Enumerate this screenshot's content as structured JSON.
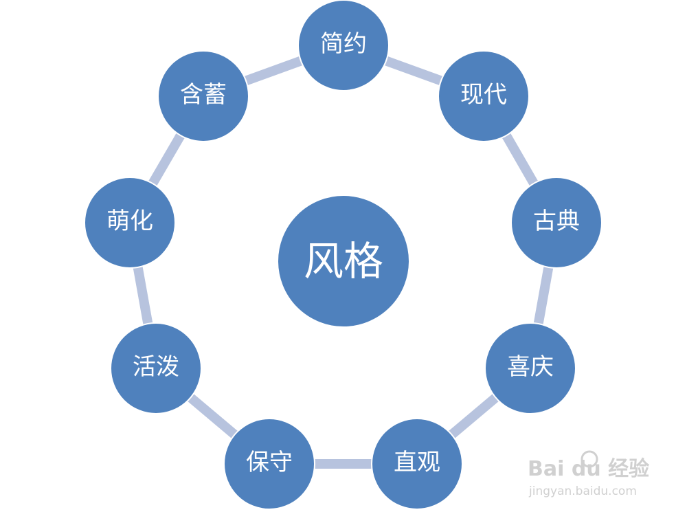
{
  "diagram": {
    "center": {
      "label": "风格"
    },
    "items": [
      {
        "label": "简约"
      },
      {
        "label": "现代"
      },
      {
        "label": "古典"
      },
      {
        "label": "喜庆"
      },
      {
        "label": "直观"
      },
      {
        "label": "保守"
      },
      {
        "label": "活泼"
      },
      {
        "label": "萌化"
      },
      {
        "label": "含蓄"
      }
    ],
    "colors": {
      "node_fill": "#4f81bd",
      "ring": "#b7c3de",
      "label": "#ffffff"
    }
  },
  "watermark": {
    "brand": "Bai du 经验",
    "url": "jingyan.baidu.com"
  }
}
